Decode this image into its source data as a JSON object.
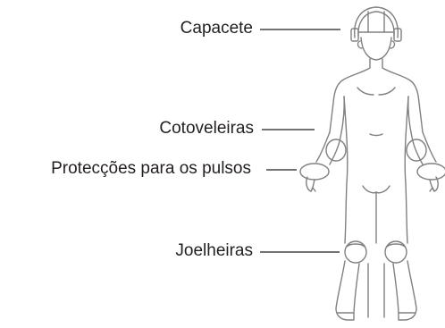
{
  "labels": {
    "helmet": "Capacete",
    "elbow_pads": "Cotoveleiras",
    "wrist_guards": "Protecções para os pulsos",
    "knee_pads": "Joelheiras"
  },
  "colors": {
    "text": "#231f20",
    "line": "#231f20",
    "outline": "#808080"
  }
}
